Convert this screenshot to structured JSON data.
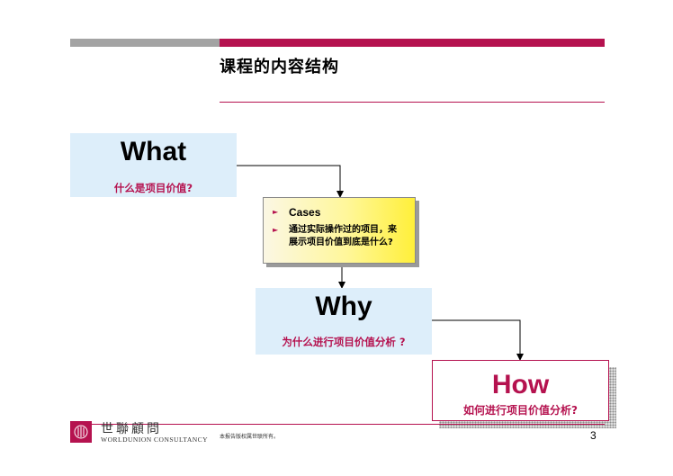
{
  "slide": {
    "title": "课程的内容结构",
    "what": {
      "heading": "What",
      "subtitle": "什么是项目价值?"
    },
    "cases": {
      "items": [
        {
          "text": "Cases"
        },
        {
          "line1": "通过实际操作过的项目，来",
          "line2": "展示项目价值到底是什么?"
        }
      ]
    },
    "why": {
      "heading": "Why",
      "subtitle": "为什么进行项目价值分析 ?"
    },
    "how": {
      "heading": "How",
      "subtitle": "如何进行项目价值分析?"
    },
    "footer": {
      "logo_cn": "世聯顧問",
      "logo_en": "WORLDUNION CONSULTANCY",
      "note": "本报告版权属世联所有。",
      "page_number": "3"
    },
    "colors": {
      "accent": "#b5124f",
      "gray_bar": "#a3a3a3",
      "blue_box": "#ddeefa"
    }
  }
}
